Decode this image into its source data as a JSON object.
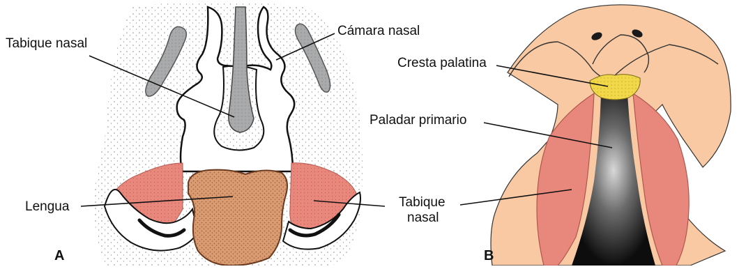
{
  "panels": [
    {
      "letter": "A",
      "labels": {
        "tabique_nasal": "Tabique nasal",
        "camara_nasal": "Cámara nasal",
        "lengua": "Lengua",
        "tabique_nasal_lower_1": "Tabique",
        "tabique_nasal_lower_2": "nasal"
      }
    },
    {
      "letter": "B",
      "labels": {
        "cresta_palatina": "Cresta palatina",
        "paladar_primario": "Paladar primario"
      }
    }
  ],
  "colors": {
    "gray_tissue": "#a9aaab",
    "pink_tissue": "#e8877c",
    "tongue": "#d4956a",
    "skin": "#f8c9a2",
    "yellow_crest": "#f0d84a",
    "dark_cleft": "#111111"
  }
}
